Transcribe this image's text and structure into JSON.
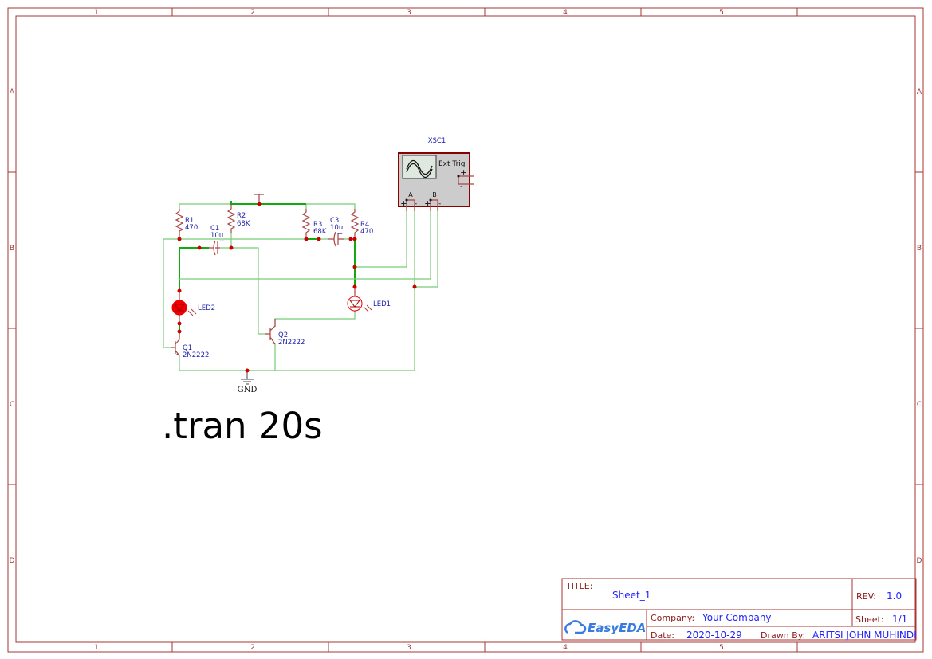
{
  "frame": {
    "columns": [
      "1",
      "2",
      "3",
      "4",
      "5"
    ],
    "rows": [
      "A",
      "B",
      "C",
      "D"
    ]
  },
  "components": {
    "r1": {
      "ref": "R1",
      "value": "470"
    },
    "r2": {
      "ref": "R2",
      "value": "68K"
    },
    "r3": {
      "ref": "R3",
      "value": "68K"
    },
    "r4": {
      "ref": "R4",
      "value": "470"
    },
    "c1": {
      "ref": "C1",
      "value": "10u"
    },
    "c3": {
      "ref": "C3",
      "value": "10u"
    },
    "led1": {
      "ref": "LED1"
    },
    "led2": {
      "ref": "LED2"
    },
    "q1": {
      "ref": "Q1",
      "value": "2N2222"
    },
    "q2": {
      "ref": "Q2",
      "value": "2N2222"
    },
    "gnd": {
      "label": "GND"
    },
    "scope": {
      "ref": "XSC1",
      "ext_trig": "Ext Trig",
      "ch_a": "A",
      "ch_b": "B",
      "plus": "+",
      "minus": "-"
    }
  },
  "directive": ".tran 20s",
  "title_block": {
    "title_label": "TITLE:",
    "title": "Sheet_1",
    "rev_label": "REV:",
    "rev": "1.0",
    "company_label": "Company:",
    "company": "Your Company",
    "sheet_label": "Sheet:",
    "sheet": "1/1",
    "date_label": "Date:",
    "date": "2020-10-29",
    "drawn_label": "Drawn By:",
    "drawn_by": "ARITSI JOHN MUHINDI",
    "logo": "EasyEDA"
  }
}
